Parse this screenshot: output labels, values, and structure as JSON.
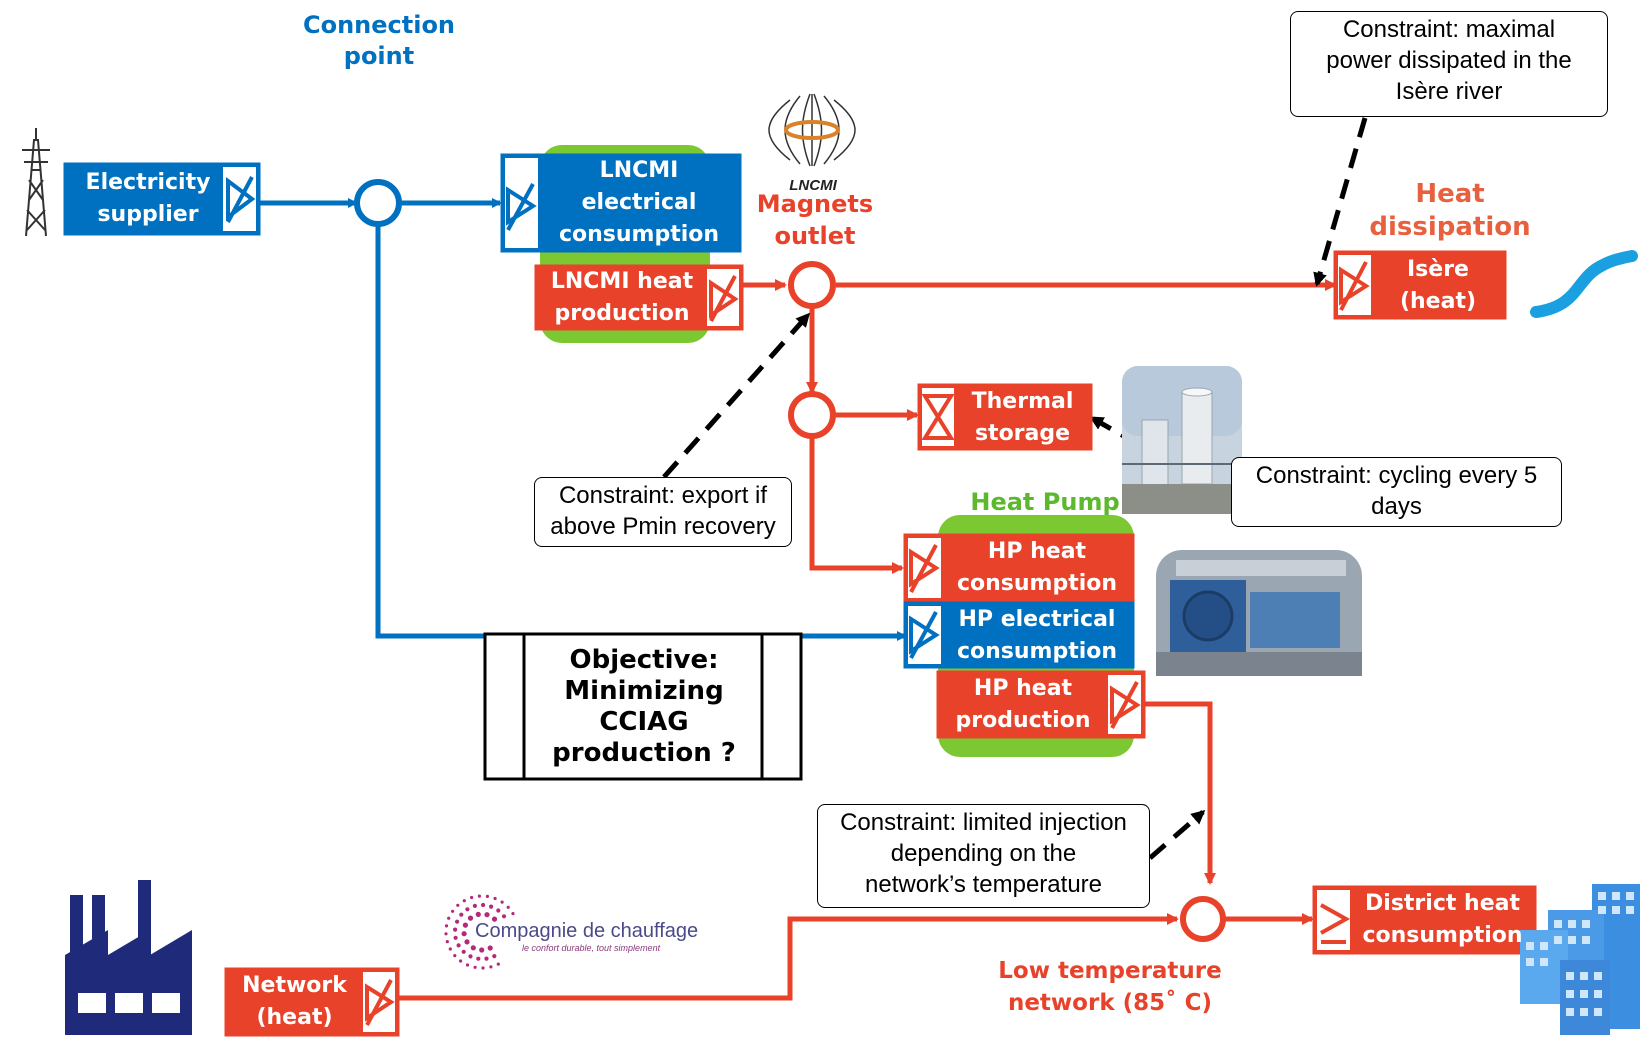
{
  "labels": {
    "connection_point": "Connection\npoint",
    "magnets_outlet": "Magnets\noutlet",
    "heat_dissipation": "Heat\ndissipation",
    "heat_pump": "Heat Pump",
    "low_temp_network": "Low temperature\nnetwork (85˚ C)"
  },
  "boxes": {
    "electricity_supplier": "Electricity\nsupplier",
    "lncmi_elec": "LNCMI\nelectrical\nconsumption",
    "lncmi_heat": "LNCMI heat\nproduction",
    "isere_heat": "Isère\n(heat)",
    "thermal_storage": "Thermal\nstorage",
    "hp_heat_cons": "HP heat\nconsumption",
    "hp_elec_cons": "HP electrical\nconsumption",
    "hp_heat_prod": "HP heat\nproduction",
    "district_heat": "District heat\nconsumption",
    "network_heat": "Network\n(heat)"
  },
  "constraints": {
    "isere": "Constraint: maximal\npower dissipated in the\nIsère river",
    "export": "Constraint: export if\nabove Pmin recovery",
    "cycling": "Constraint: cycling every 5\ndays",
    "injection": "Constraint: limited injection\ndepending on the\nnetwork’s temperature"
  },
  "objective": "Objective:\nMinimizing\nCCIAG\nproduction ?",
  "logos": {
    "lncmi": "LNCMI",
    "ccp_name": "Compagnie de chauffage",
    "ccp_tagline": "le confort durable, tout simplement"
  },
  "colors": {
    "blue": "#0070c0",
    "red": "#e8422a",
    "green": "#7cc832",
    "navy": "#1f2a7a"
  },
  "icons": [
    "pylon-icon",
    "factory-icon",
    "river-icon",
    "buildings-icon",
    "magnet-icon",
    "tank-photo",
    "heat-pump-photo"
  ]
}
